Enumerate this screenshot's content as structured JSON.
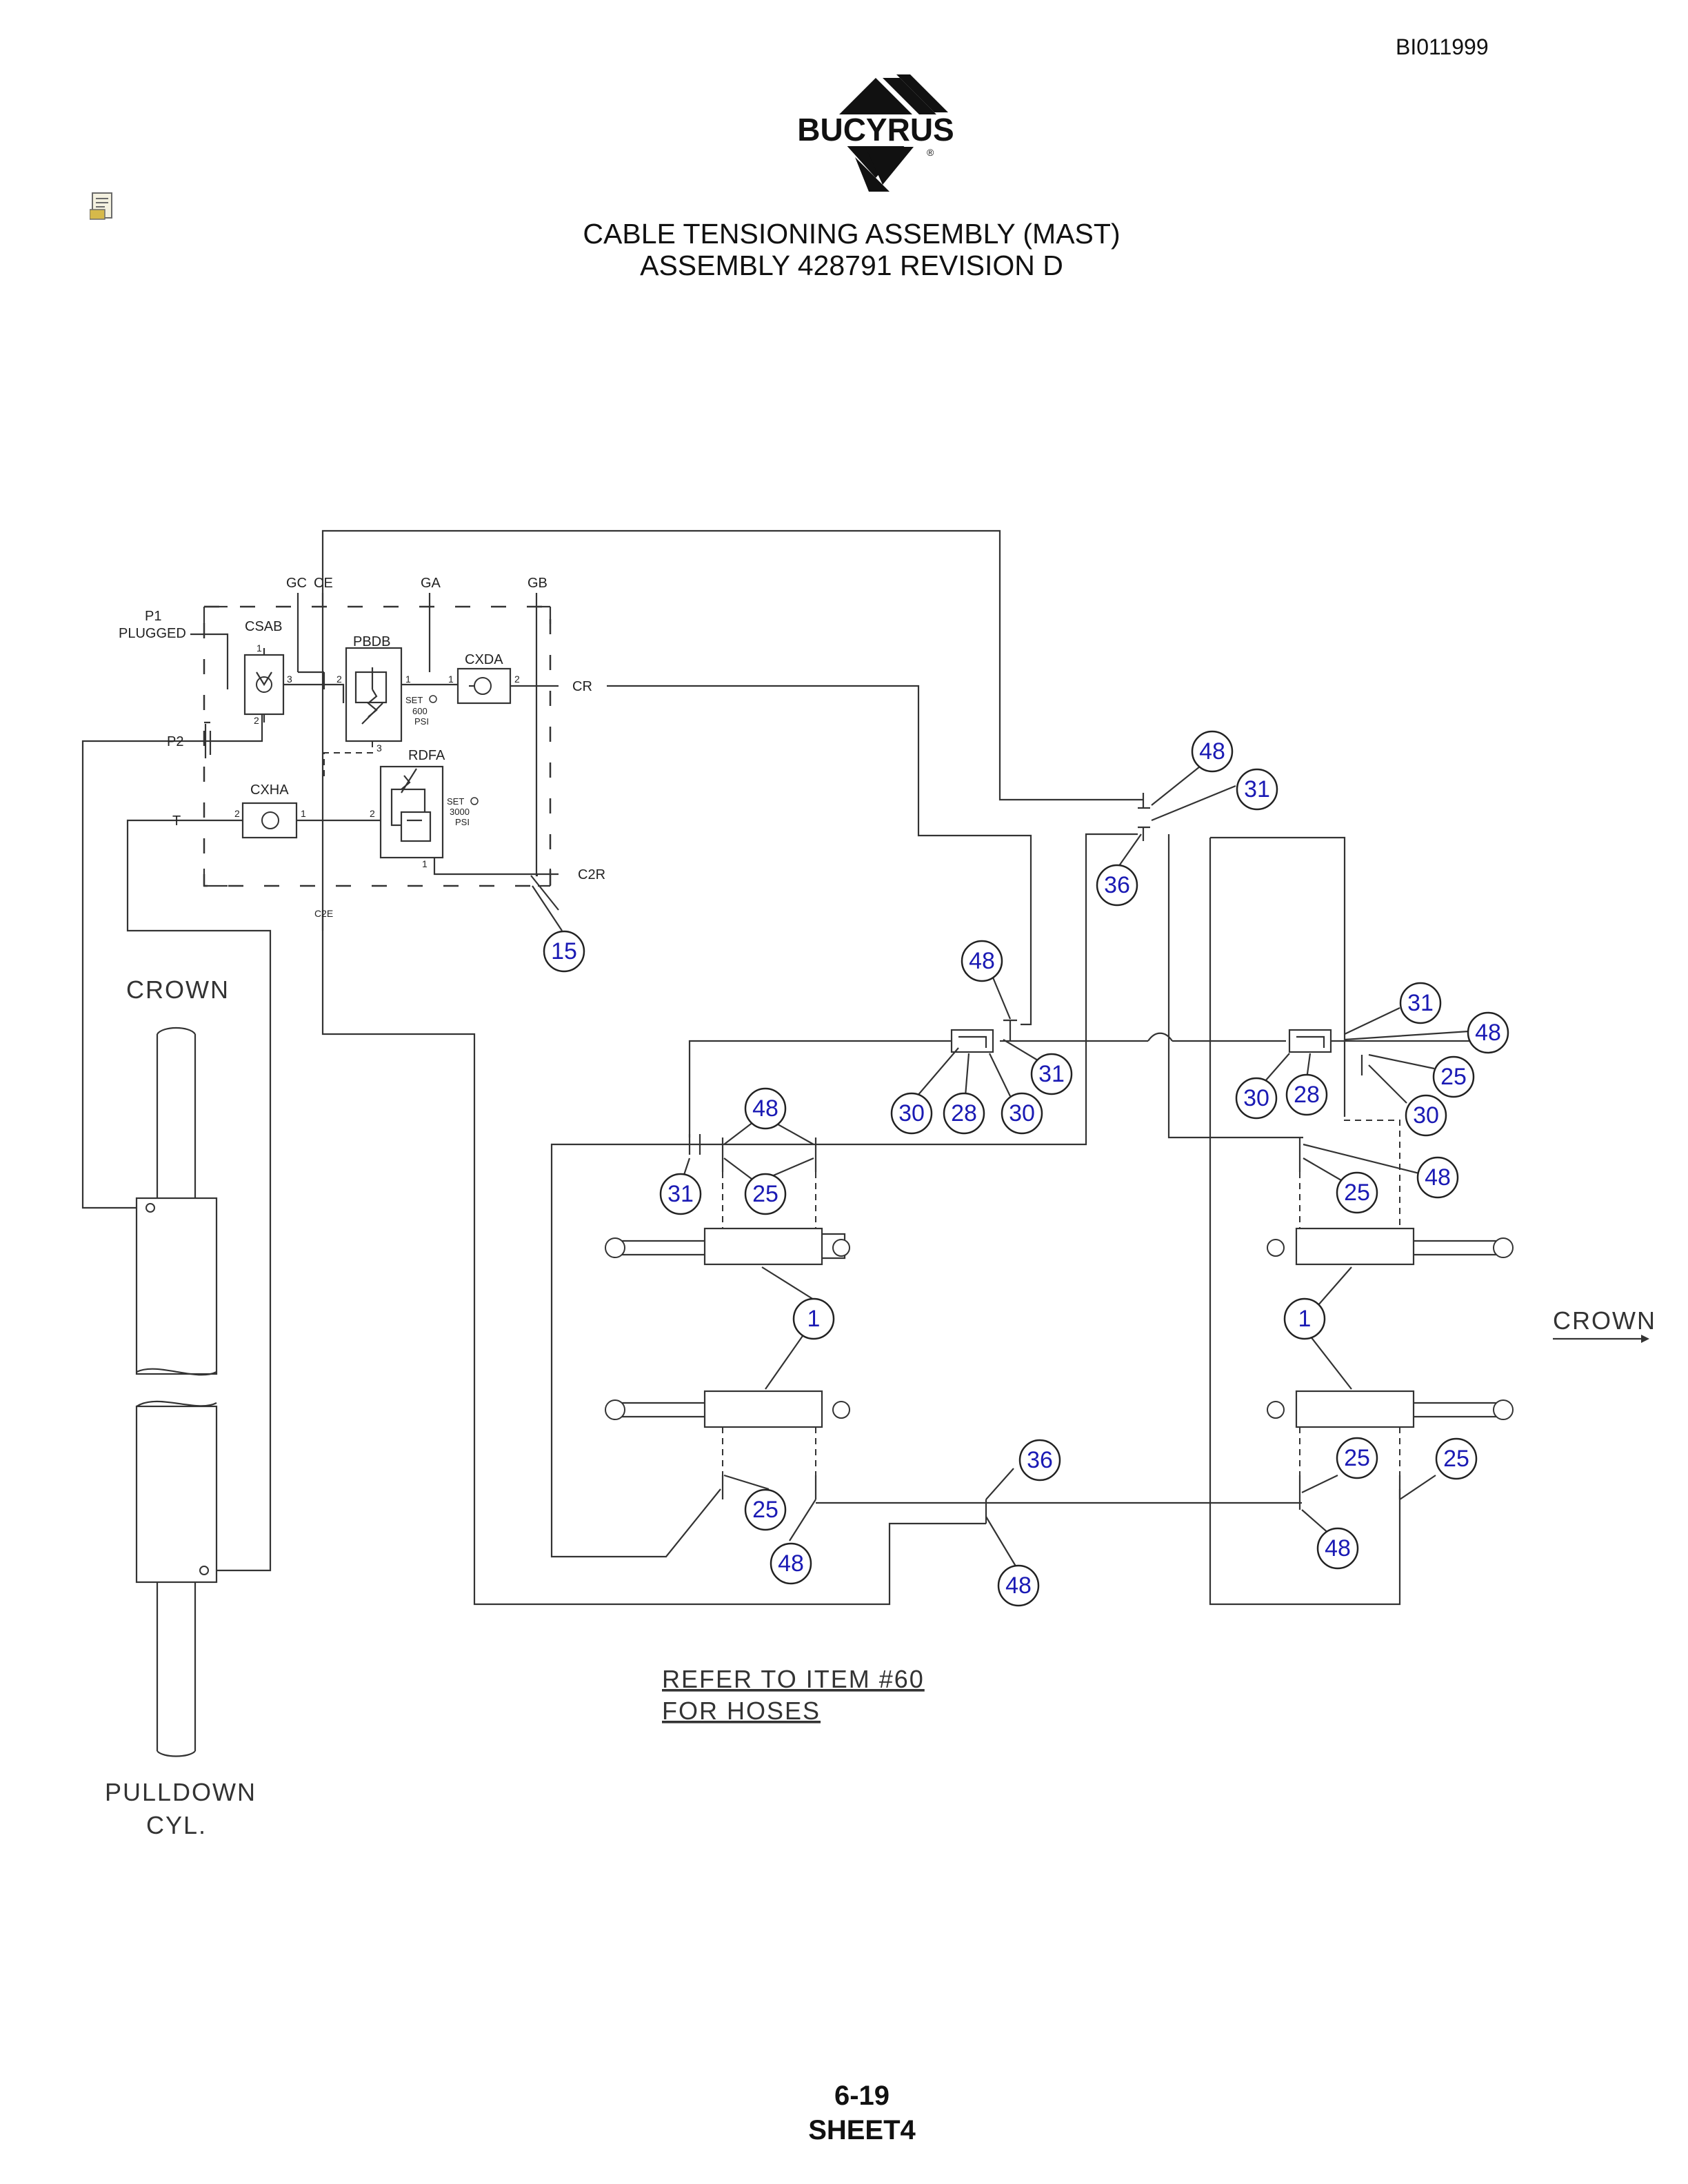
{
  "doc_id": "BI011999",
  "brand": {
    "logo_text": "BUCYRUS",
    "registered_mark": "®"
  },
  "title": {
    "line1": "CABLE TENSIONING ASSEMBLY (MAST)",
    "line2": "ASSEMBLY 428791 REVISION D"
  },
  "footer": {
    "page": "6-19",
    "sheet": "SHEET4"
  },
  "schematic": {
    "ports": {
      "gc": "GC",
      "ce": "CE",
      "ga": "GA",
      "gb": "GB",
      "p1": "P1",
      "plugged": "PLUGGED",
      "p2": "P2",
      "t": "T",
      "cr": "CR",
      "c2r": "C2R",
      "c2e": "C2E"
    },
    "components": {
      "csab": "CSAB",
      "pbdb": "PBDB",
      "cxda": "CXDA",
      "cxha": "CXHA",
      "rdfa": "RDFA"
    },
    "settings": {
      "pbdb_set": "SET",
      "pbdb_value": "600",
      "pbdb_unit": "PSI",
      "rdfa_set": "SET",
      "rdfa_value": "3000",
      "rdfa_unit": "PSI"
    },
    "port_numbers": {
      "one": "1",
      "two": "2",
      "three": "3"
    },
    "labels": {
      "crown_left": "CROWN",
      "crown_right": "CROWN",
      "pulldown_line1": "PULLDOWN",
      "pulldown_line2": "CYL.",
      "note_line1": "REFER TO ITEM #60",
      "note_line2": "FOR HOSES"
    },
    "item_callouts": {
      "i15": "15",
      "i48_top": "48",
      "i31_top": "31",
      "i36_top": "36",
      "i48_mid": "48",
      "i31_mid": "31",
      "i30_mid_a": "30",
      "i28_mid": "28",
      "i30_mid_b": "30",
      "i31_right": "31",
      "i48_right": "48",
      "i25_right": "25",
      "i30_right_a": "30",
      "i28_right": "28",
      "i30_right_b": "30",
      "i48_left": "48",
      "i31_left": "31",
      "i25_left": "25",
      "i48_right_low": "48",
      "i25_right_low": "25",
      "i1_left": "1",
      "i1_right": "1",
      "i36_bottom": "36",
      "i25_bottom_left": "25",
      "i48_bottom_left": "48",
      "i48_bottom_mid": "48",
      "i25_bottom_right_a": "25",
      "i25_bottom_right_b": "25",
      "i48_bottom_right": "48"
    }
  }
}
